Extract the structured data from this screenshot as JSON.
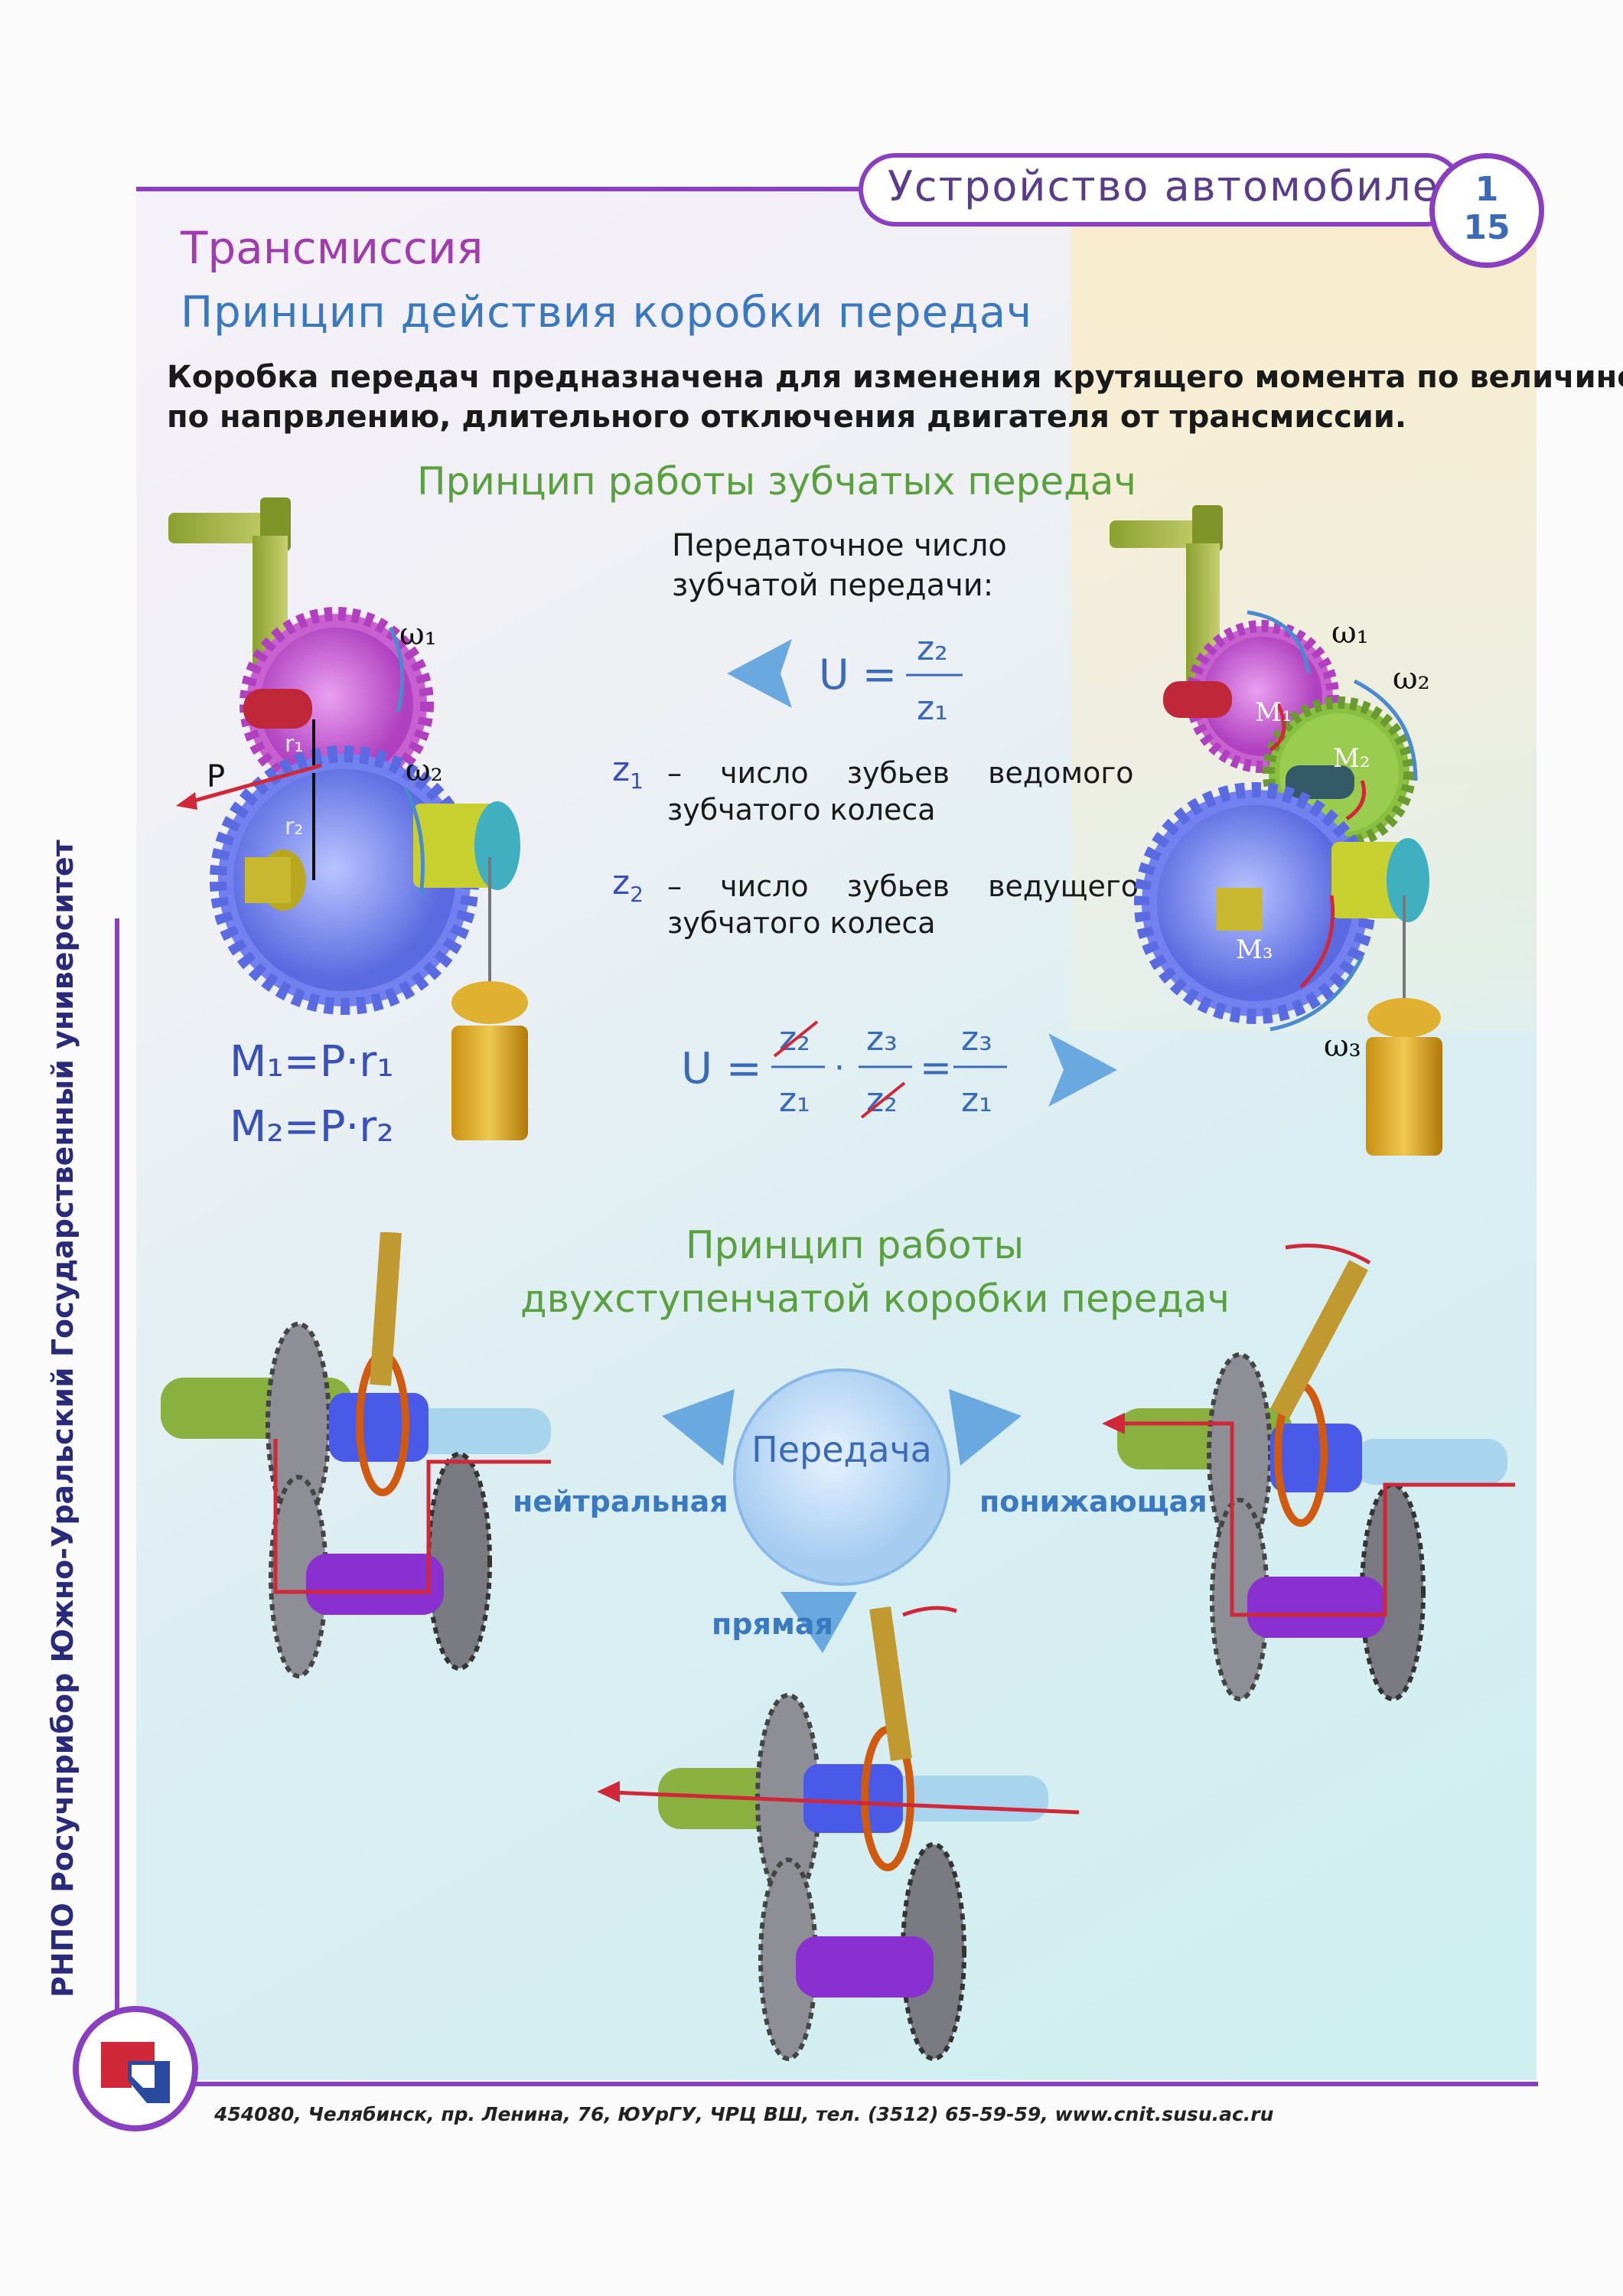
{
  "header": {
    "title": "Устройство автомобилей",
    "page_top": "1",
    "page_bottom": "15"
  },
  "section": "Трансмиссия",
  "subtitle": "Принцип действия коробки передач",
  "intro": {
    "line1": "Коробка передач предназначена для изменения крутящего момента по величине и",
    "line2": "по напрвлению, длительного отключения двигателя от трансмиссии."
  },
  "gear_principle": {
    "heading": "Принцип работы зубчатых передач",
    "ratio_label_1": "Передаточное число",
    "ratio_label_2": "зубчатой передачи:",
    "z1_sym": "z",
    "z1_sub": "1",
    "z1_desc_1": "– число зубьев ведомого",
    "z1_desc_2": "зубчатого колеса",
    "z2_sym": "z",
    "z2_sub": "2",
    "z2_desc_1": "– число зубьев ведущего",
    "z2_desc_2": "зубчатого колеса",
    "moment_1": "M₁=P·r₁",
    "moment_2": "M₂=P·r₂",
    "left_labels": {
      "w1": "ω₁",
      "w2": "ω₂",
      "p": "P",
      "r1": "r₁",
      "r2": "r₂"
    },
    "right_labels": {
      "w1": "ω₁",
      "w2": "ω₂",
      "w3": "ω₃",
      "m1": "M₁",
      "m2": "M₂",
      "m3": "M₃"
    },
    "formula_1": {
      "lhs": "U =",
      "num": "z₂",
      "den": "z₁"
    },
    "formula_2": {
      "lhs": "U =",
      "num1": "z₂",
      "den1": "z₁",
      "num2": "z₃",
      "den2": "z₂",
      "num3": "z₃",
      "den3": "z₁"
    }
  },
  "two_stage": {
    "heading_1": "Принцип работы",
    "heading_2": "двухступенчатой коробки передач",
    "circle_label": "Передача",
    "neutral": "нейтральная",
    "reduction": "понижающая",
    "direct": "прямая"
  },
  "side_text": "РНПО Росучприбор     Южно-Уральский Государственный университет",
  "footer": "454080, Челябинск, пр. Ленина, 76, ЮУрГУ, ЧРЦ ВШ, тел. (3512) 65-59-59, www.cnit.susu.ac.ru"
}
